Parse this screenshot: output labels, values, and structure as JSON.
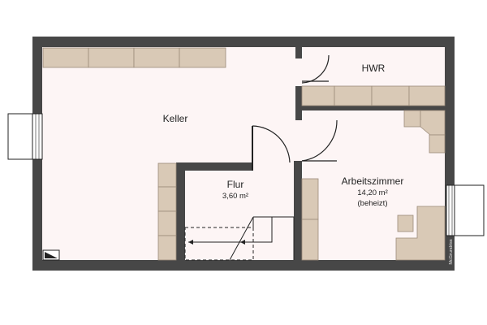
{
  "plan": {
    "colors": {
      "wall": "#474747",
      "floor": "#fdf5f5",
      "furniture": "#d9c9b6"
    },
    "rooms": [
      {
        "name": "Keller"
      },
      {
        "name": "HWR"
      },
      {
        "name": "Flur",
        "area": "3,60 m²"
      },
      {
        "name": "Arbeitszimmer",
        "area": "14,20 m²",
        "note": "(beheizt)"
      }
    ],
    "watermark": "McGrundriss"
  }
}
